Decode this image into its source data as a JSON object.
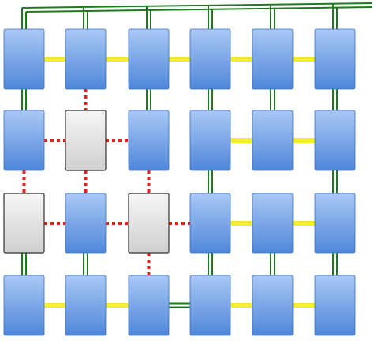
{
  "colors": {
    "background": "#ffffff",
    "active_tile_light": "#a9c8f4",
    "active_tile_dark": "#4f86d9",
    "active_tile_border": "#3b6fc0",
    "inactive_tile_light": "#f6f6f6",
    "inactive_tile_dark": "#cfcfcf",
    "inactive_tile_border": "#333333",
    "green_link": "#1f7a1f",
    "yellow_link": "#f2ee2a",
    "red_dotted_link": "#e0201a"
  },
  "grid": {
    "rows": 4,
    "cols": 6,
    "inactive_tiles": [
      [
        1,
        1
      ],
      [
        2,
        0
      ],
      [
        2,
        2
      ]
    ]
  },
  "links": {
    "yellow_horizontal": [
      [
        0,
        0
      ],
      [
        0,
        1
      ],
      [
        0,
        2
      ],
      [
        0,
        3
      ],
      [
        0,
        4
      ],
      [
        1,
        3
      ],
      [
        1,
        4
      ],
      [
        2,
        3
      ],
      [
        2,
        4
      ],
      [
        3,
        0
      ],
      [
        3,
        1
      ],
      [
        3,
        3
      ],
      [
        3,
        4
      ]
    ],
    "green_horizontal": [
      [
        3,
        2
      ]
    ],
    "red_horizontal": [
      [
        1,
        0
      ],
      [
        1,
        1
      ],
      [
        2,
        0
      ],
      [
        2,
        1
      ],
      [
        2,
        2
      ]
    ],
    "green_vertical": [
      [
        0,
        0
      ],
      [
        0,
        2
      ],
      [
        0,
        3
      ],
      [
        0,
        4
      ],
      [
        0,
        5
      ],
      [
        1,
        3
      ],
      [
        1,
        5
      ],
      [
        2,
        3
      ],
      [
        2,
        5
      ],
      [
        2,
        0
      ],
      [
        2,
        1
      ],
      [
        2,
        4
      ]
    ],
    "red_vertical": [
      [
        0,
        1
      ],
      [
        1,
        0
      ],
      [
        1,
        1
      ],
      [
        1,
        2
      ],
      [
        2,
        2
      ]
    ],
    "top_bus_columns": [
      0,
      1,
      2,
      3,
      4,
      5
    ]
  }
}
